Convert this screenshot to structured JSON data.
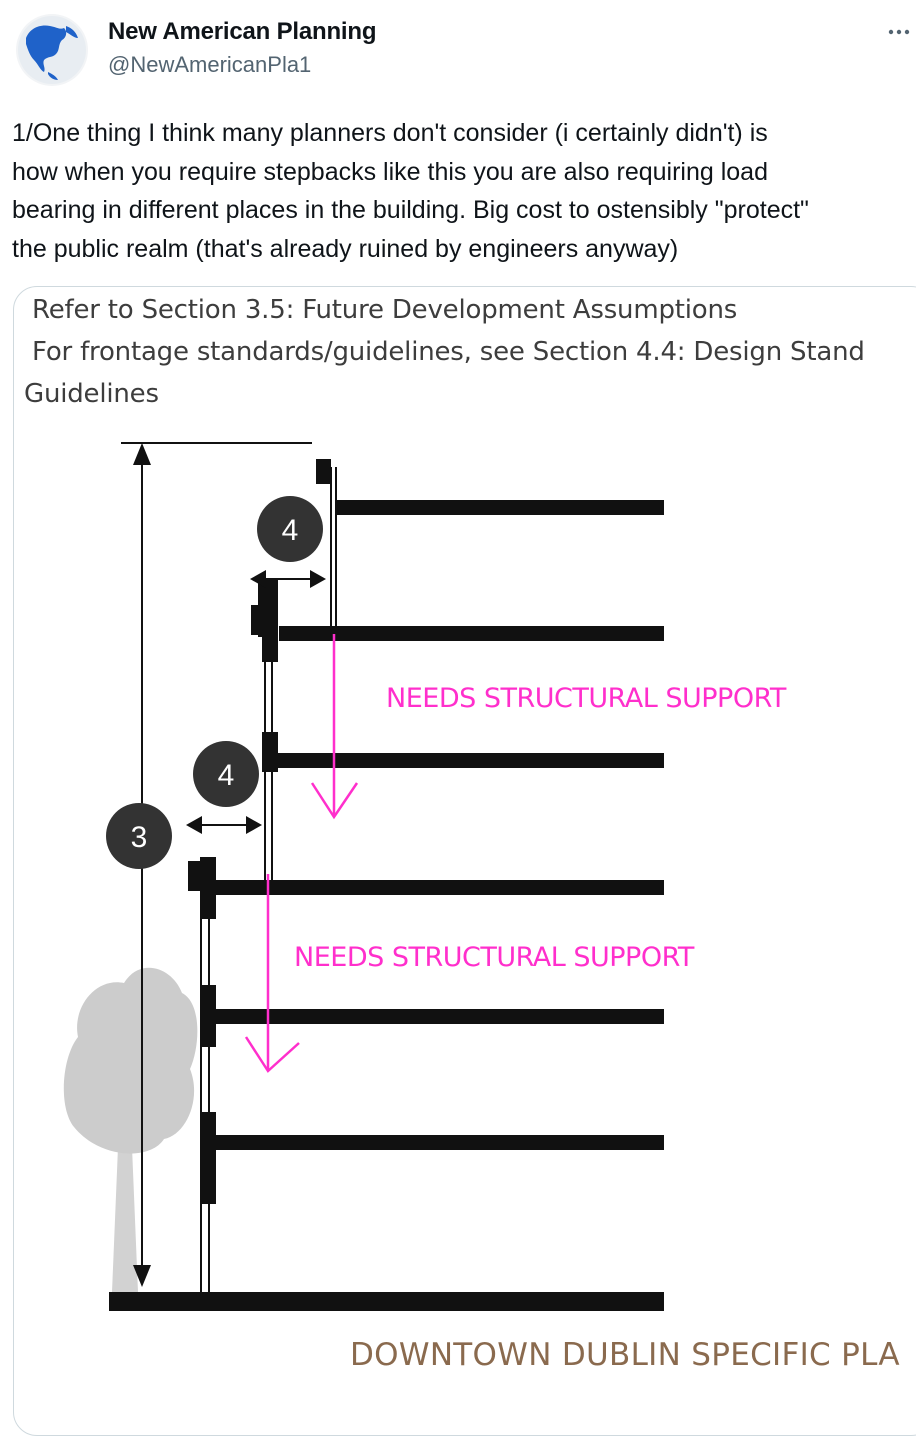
{
  "tweet": {
    "author": {
      "name": "New American Planning",
      "handle": "@NewAmericanPla1",
      "avatar_icon": "globe-north-america-icon"
    },
    "more_icon": "more-dots-icon",
    "text_lines": [
      "1/One thing I think many planners don't consider (i certainly didn't) is",
      "how when you require stepbacks like this you are also requiring load",
      "bearing in different places in the building. Big cost to ostensibly \"protect\"",
      "the public realm (that's already ruined by engineers anyway)"
    ]
  },
  "image": {
    "header_lines": [
      "Refer to Section 3.5: Future Development Assumptions",
      "For frontage standards/guidelines, see Section 4.4: Design Stand",
      "Guidelines"
    ],
    "annotations": [
      "NEEDS STRUCTURAL SUPPORT",
      "NEEDS STRUCTURAL SUPPORT"
    ],
    "badges": [
      "4",
      "4",
      "3"
    ],
    "footer": "DOWNTOWN DUBLIN SPECIFIC PLA",
    "colors": {
      "annotation": "#ff2fcc",
      "lines": "#111111",
      "tree": "#cccccc",
      "footer": "#8a6a4e"
    }
  }
}
